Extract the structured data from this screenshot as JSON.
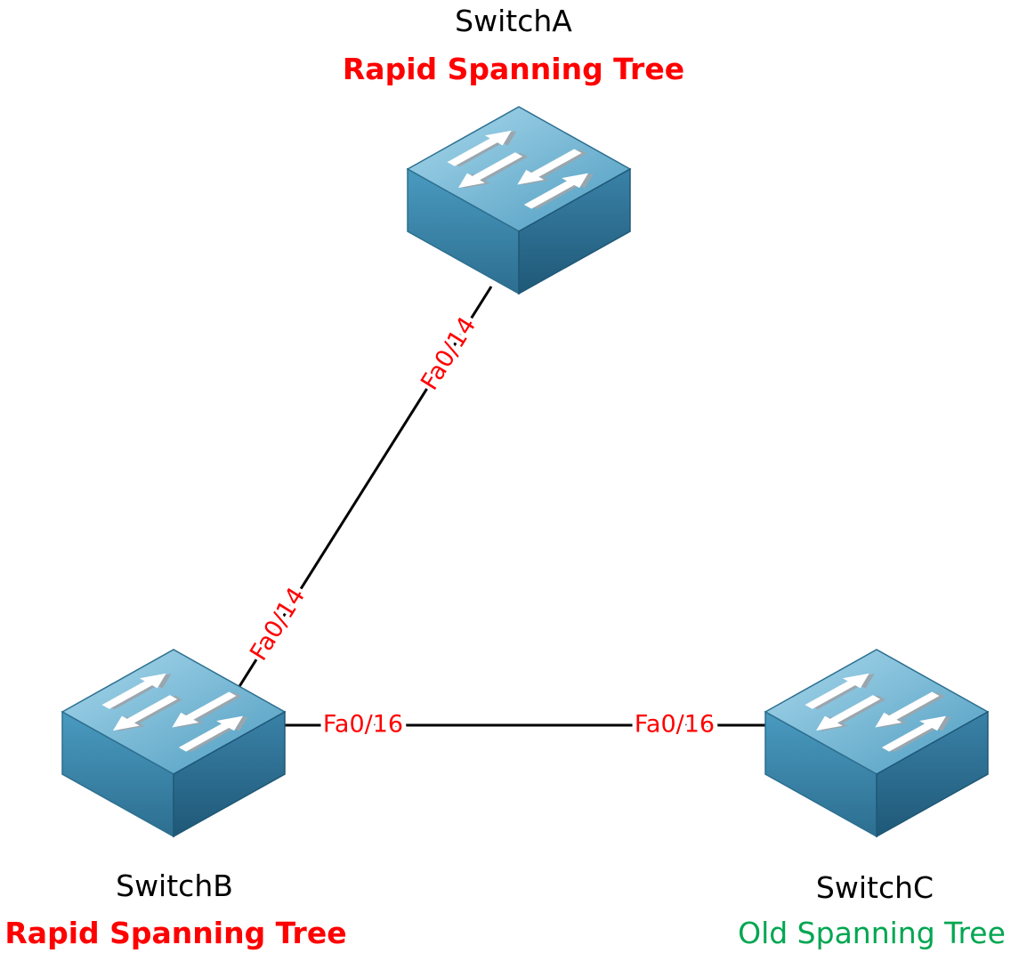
{
  "colors": {
    "rapid": "#ff0000",
    "old": "#00a651",
    "port": "#ff0000",
    "link": "#000000",
    "switch_top": "#7bbcd8",
    "switch_left": "#3f8cb0",
    "switch_right": "#2d6f90"
  },
  "icons": [
    "switch-icon"
  ],
  "switches": {
    "a": {
      "name": "SwitchA",
      "protocol": "Rapid Spanning Tree"
    },
    "b": {
      "name": "SwitchB",
      "protocol": "Rapid Spanning Tree"
    },
    "c": {
      "name": "SwitchC",
      "protocol": "Old Spanning Tree"
    }
  },
  "links": {
    "ab": {
      "port_a": "Fa0/14",
      "port_b": "Fa0/14"
    },
    "bc": {
      "port_b": "Fa0/16",
      "port_c": "Fa0/16"
    }
  }
}
